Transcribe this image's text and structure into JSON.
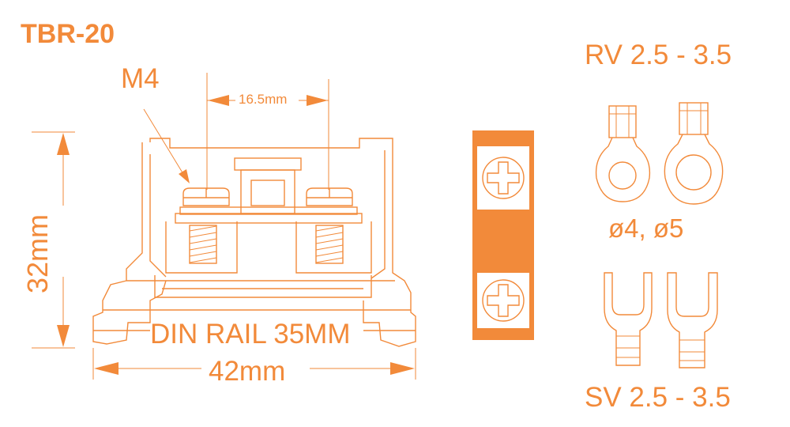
{
  "model": "TBR-20",
  "screw_label": "M4",
  "pitch_label": "16.5mm",
  "height_label": "32mm",
  "rail_label": "DIN RAIL 35MM",
  "width_label": "42mm",
  "rv_label": "RV 2.5 - 3.5",
  "sv_label": "SV 2.5 - 3.5",
  "diameter_label": "ø4, ø5",
  "colors": {
    "accent": "#f28a3a",
    "background": "#ffffff"
  }
}
